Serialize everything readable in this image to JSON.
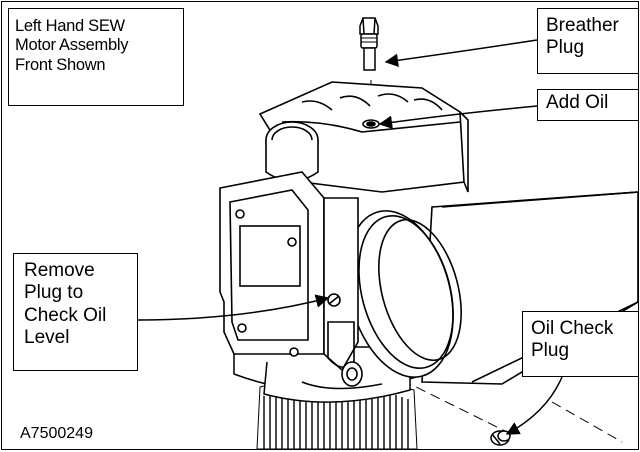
{
  "title_box": {
    "lines": [
      "Left Hand SEW",
      "Motor Assembly",
      "Front Shown"
    ]
  },
  "callouts": {
    "breather_plug": {
      "lines": [
        "Breather",
        "Plug"
      ]
    },
    "add_oil": {
      "lines": [
        "Add Oil"
      ]
    },
    "remove_plug": {
      "lines": [
        "Remove",
        "Plug to",
        "Check Oil",
        "Level"
      ]
    },
    "oil_check_plug": {
      "lines": [
        "Oil Check",
        "Plug"
      ]
    }
  },
  "figure_id": "A7500249",
  "colors": {
    "ink": "#000000",
    "background": "#ffffff",
    "shade": "#d9d9d9"
  }
}
